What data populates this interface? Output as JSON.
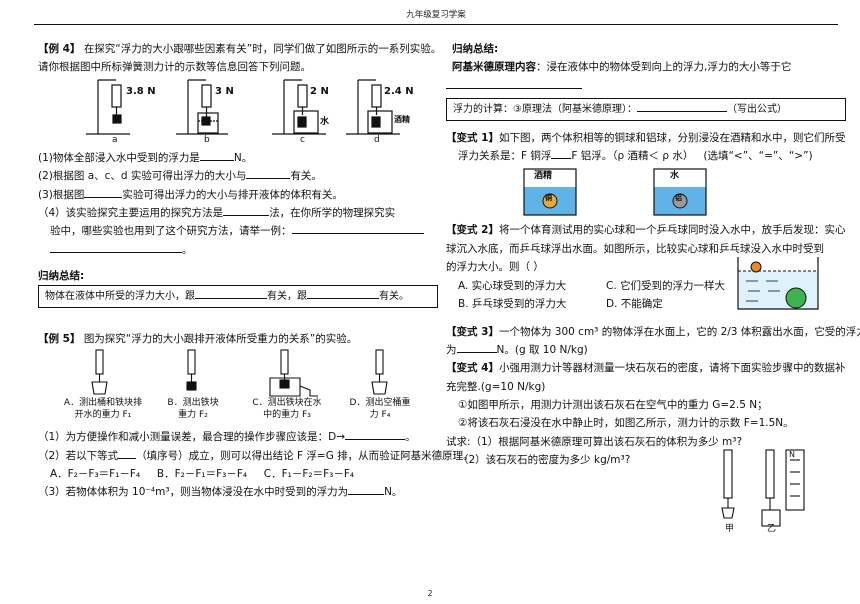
{
  "header": {
    "title": "九年级复习学案"
  },
  "page_number": "2",
  "left": {
    "ex4": {
      "tag": "【例 4】",
      "line1": "在探究“浮力的大小跟哪些因素有关”时，同学们做了如图所示的一系列实验。",
      "line2": "请你根据图中所标弹簧测力计的示数等信息回答下列问题。",
      "readings": [
        "3.8 N",
        "3 N",
        "2 N",
        "2.4 N"
      ],
      "captions": [
        "a",
        "b",
        "c",
        "d"
      ],
      "liquid_labels": [
        "水",
        "酒精"
      ],
      "q1": "(1)物体全部浸入水中受到的浮力是",
      "q1_end": "N。",
      "q2": "(2)根据图 a、c、d 实验可得出浮力的大小与",
      "q2_end": "有关。",
      "q3": "(3)根据图",
      "q3_end": "实验可得出浮力的大小与排开液体的体积有关。",
      "q4": "（4）该实验探究主要运用的探究方法是",
      "q4_mid": "法，在你所学的物理探究实",
      "q4_line2": "验中，哪些实验也用到了这个研究方法，请举一例：",
      "q4_end": "。"
    },
    "summary1": {
      "title": "归纳总结:",
      "text_a": "物体在液体中所受的浮力大小，跟",
      "text_b": "有关，跟",
      "text_c": "有关。"
    },
    "ex5": {
      "tag": "【例 5】",
      "title": "图为探究“浮力的大小跟排开液体所受重力的关系”的实验。",
      "captions": [
        [
          "A．测出桶和铁块排",
          "开水的重力 F₁"
        ],
        [
          "B．测出铁块",
          "重力 F₂"
        ],
        [
          "C．测出铁块在水",
          "中的重力 F₃"
        ],
        [
          "D．测出空桶重",
          "力 F₄"
        ]
      ],
      "q1": "（1）为方便操作和减小测量误差，最合理的操作步骤应该是：D→",
      "q1_end": "。",
      "q2": "（2）若以下等式",
      "q2_mid": "（填序号）成立，则可以得出结论 F 浮=G 排，从而验证阿基米德原理。",
      "opts": [
        "A．F₂－F₃＝F₁－F₄",
        "B．F₂－F₁＝F₃－F₄",
        "C．F₁－F₂＝F₃－F₄"
      ],
      "q3": "（3）若物体体积为 10⁻⁴m³，则当物体浸没在水中时受到的浮力为",
      "q3_end": "N。"
    }
  },
  "right": {
    "summary2": {
      "title": "归纳总结:",
      "line1a": "阿基米德原理内容",
      "line1b": "：浸在液体中的物体受到向上的浮力,浮力的大小等于它",
      "line3": "浮力的计算：③原理法（阿基米德原理）：",
      "line3_end": "（写出公式）"
    },
    "v1": {
      "tag": "【变式 1】",
      "line1": "如下图，两个体积相等的铜球和铝球，分别浸没在酒精和水中，则它们所受",
      "line2a": "浮力关系是：F 铜浮",
      "line2b": "F 铝浮。（ρ 酒精＜ ρ 水）",
      "line2c": "(选填“<”、“=”、“>”)",
      "beaker1": "酒精",
      "beaker2": "水",
      "ball1": "铜",
      "ball2": "铝"
    },
    "v2": {
      "tag": "【变式 2】",
      "line1": "将一个体育测试用的实心球和一个乒乓球同时没入水中，放手后发现：实心",
      "line2": "球沉入水底，而乒乓球浮出水面。如图所示，比较实心球和乒乓球没入水中时受到",
      "line3": "的浮力大小。则（      ）",
      "opts": [
        "A. 实心球受到的浮力大",
        "C. 它们受到的浮力一样大",
        "B. 乒乓球受到的浮力大",
        "D. 不能确定"
      ]
    },
    "v3": {
      "tag": "【变式 3】",
      "line1": "一个物体为 300 cm³  的物体浮在水面上，它的 2/3 体积露出水面，它受的浮力",
      "line2a": "为",
      "line2b": "N。(g 取 10 N/kg)"
    },
    "v4": {
      "tag": "【变式 4】",
      "line1": "小强用测力计等器材测量一块石灰石的密度，请将下面实验步骤中的数据补",
      "line2": "充完整.(g=10 N/kg)",
      "s1": "①如图甲所示，用测力计测出该石灰石在空气中的重力 G=2.5 N；",
      "s2": "②将该石灰石浸没在水中静止时，如图乙所示，测力计的示数 F=1.5N。",
      "q1": "试求:（1）根据阿基米德原理可算出该石灰石的体积为多少 m³?",
      "q2": "（2）该石灰石的密度为多少  kg/m³?",
      "fig_labels": [
        "甲",
        "乙"
      ],
      "scale_label": "N"
    }
  }
}
